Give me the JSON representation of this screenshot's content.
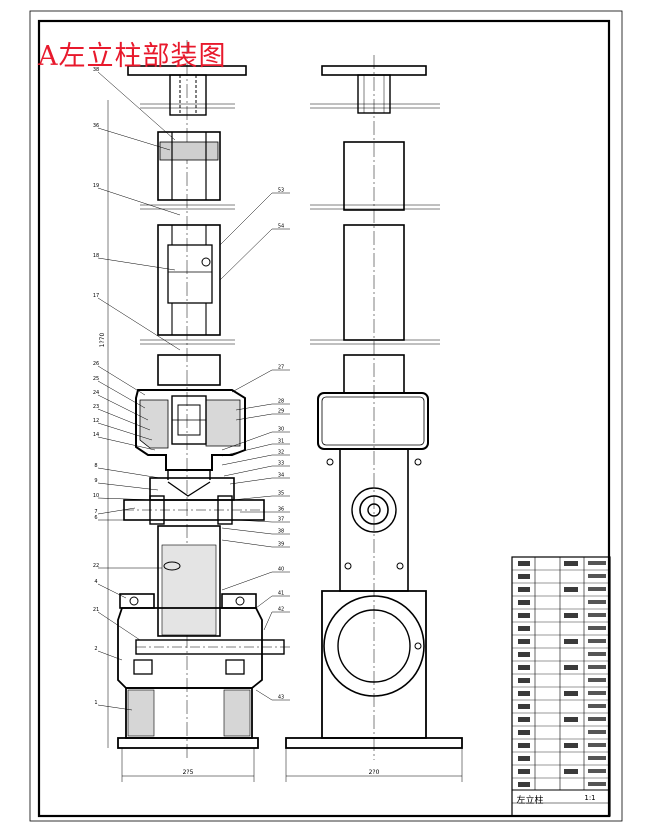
{
  "title": "A左立柱部装图",
  "colors": {
    "title": "#e8192c",
    "line": "#000000",
    "centerline": "#000000"
  },
  "dimensions": {
    "front_width": "2?5",
    "side_width": "2?0",
    "height": "1?70"
  },
  "title_block": {
    "drawing_name": "左立柱",
    "ratio": "1:1"
  },
  "part_labels_left": [
    "38",
    "36",
    "19",
    "18",
    "17",
    "26",
    "25",
    "24",
    "23",
    "12",
    "14",
    "8",
    "9",
    "10",
    "7",
    "6",
    "22",
    "4",
    "21",
    "2",
    "1"
  ],
  "part_labels_right": [
    "53",
    "54",
    "27",
    "28",
    "29",
    "30",
    "31",
    "32",
    "33",
    "34",
    "35",
    "36",
    "37",
    "38",
    "39",
    "40",
    "41",
    "42",
    "43"
  ]
}
